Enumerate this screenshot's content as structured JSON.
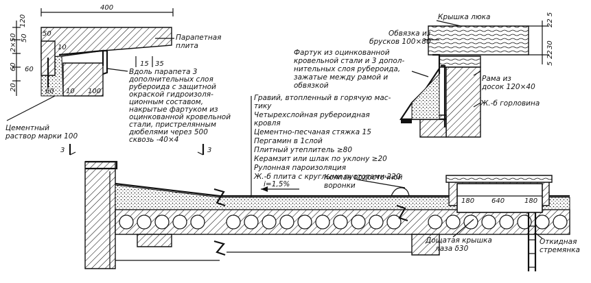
{
  "dimensions": {
    "d400": "400",
    "d120": "120",
    "d2x50": "2×50",
    "d50a": "50",
    "d50b": "50",
    "d10a": "10",
    "d10b": "10",
    "d60a": "60",
    "d60b": "60",
    "d60c": "60",
    "d20": "20",
    "d100": "100",
    "d15": "15",
    "d35": "35",
    "d5": "5",
    "d22": "22",
    "d30": "30",
    "d225": "22 5",
    "slope": "i=1,5%",
    "d180a": "180",
    "d640": "640",
    "d180b": "180"
  },
  "labels": {
    "parapet_plate_1": "Парапетная",
    "parapet_plate_2": "плита",
    "along_parapet": [
      "Вдоль парапета 3",
      "дополнительных слоя",
      "рубероида с защитной",
      "окраской гидроизоля-",
      "ционным составом,",
      "накрытые фартуком из",
      "оцинкованной кровельной",
      "стали, пристрелянным",
      "дюбелями через 500",
      "сквозь -40×4"
    ],
    "cement_mortar_1": "Цементный",
    "cement_mortar_2": "раствор марки 100",
    "section_mark_a": "3",
    "section_mark_b": "3",
    "hatch_cover": "Крышка люка",
    "frame_bars_1": "Обвязка из",
    "frame_bars_2": "брусков 100×80",
    "apron": [
      "Фартук из оцинкованной",
      "кровельной стали и 3 допол-",
      "нительных слоя рубероида,",
      "зажатые между рамой и",
      "обвязкой"
    ],
    "frame_boards_1": "Рама из",
    "frame_boards_2": "досок 120×40",
    "rc_neck": "Ж.-б горловина",
    "layers": [
      "Гравий, втопленный в горячую мас-",
      "тику",
      "Четырехслойная рубероидная",
      "кровля",
      "Цементно-песчаная стяжка 15",
      "Пергамин в 1слой",
      "Плитный утеплитель ≥80",
      "Керамзит или шлак по уклону ≥20",
      "Рулонная пароизоляция",
      "Ж.-б плита с круглыми пустотами 220"
    ],
    "drain_cap_1": "Колпак водосточной",
    "drain_cap_2": "воронки",
    "hatch_lid_1": "Дощатая крышка",
    "hatch_lid_2": "лаза δ30",
    "ladder_1": "Откидная",
    "ladder_2": "стремянка"
  }
}
